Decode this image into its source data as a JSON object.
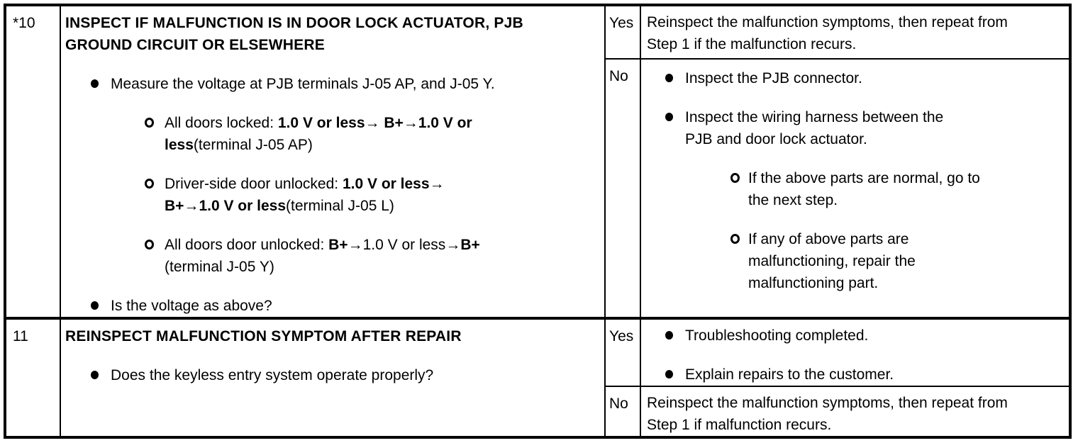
{
  "doc": {
    "steps": [
      {
        "id": "*10",
        "title": "INSPECT IF MALFUNCTION IS IN DOOR LOCK ACTUATOR, PJB GROUND CIRCUIT OR ELSEWHERE",
        "action_bullets": {
          "measure": "Measure the voltage at PJB terminals J-05 AP, and J-05 Y.",
          "question": "Is the voltage as above?"
        },
        "conditions": [
          {
            "lead": "All doors locked: ",
            "bold1": "1.0 V or less",
            "sep1": "→ ",
            "bold2": "B+",
            "sep2": "→",
            "bold3": "1.0 V or less",
            "tail": "(terminal J-05 AP)"
          },
          {
            "lead": "Driver-side door unlocked: ",
            "bold1": "1.0 V or less",
            "sep1": "→ ",
            "bold2": "B+",
            "sep2": "→",
            "bold3": "1.0 V or less",
            "tail": "(terminal J-05 L)"
          },
          {
            "lead": "All doors door unlocked: ",
            "bold1": "B+",
            "sep1": "→",
            "plain": "1.0 V or less",
            "sep2": "→",
            "bold2": "B+",
            "tail": " (terminal J-05 Y)"
          }
        ],
        "yes": {
          "label": "Yes",
          "text": "Reinspect the malfunction symptoms, then repeat from Step 1 if the malfunction recurs."
        },
        "no": {
          "label": "No",
          "bullets": [
            "Inspect the PJB connector.",
            "Inspect the wiring harness between the PJB and door lock actuator."
          ],
          "sub_bullets": [
            "If the above parts are normal, go to the next step.",
            "If any of above parts are malfunctioning, repair the malfunctioning part."
          ]
        }
      },
      {
        "id": "11",
        "title": "REINSPECT MALFUNCTION SYMPTOM AFTER REPAIR",
        "action_bullets": {
          "question": "Does the keyless entry system operate properly?"
        },
        "yes": {
          "label": "Yes",
          "bullets": [
            "Troubleshooting completed.",
            "Explain repairs to the customer."
          ]
        },
        "no": {
          "label": "No",
          "text": "Reinspect the malfunction symptoms, then repeat from Step 1 if malfunction recurs."
        }
      }
    ]
  }
}
